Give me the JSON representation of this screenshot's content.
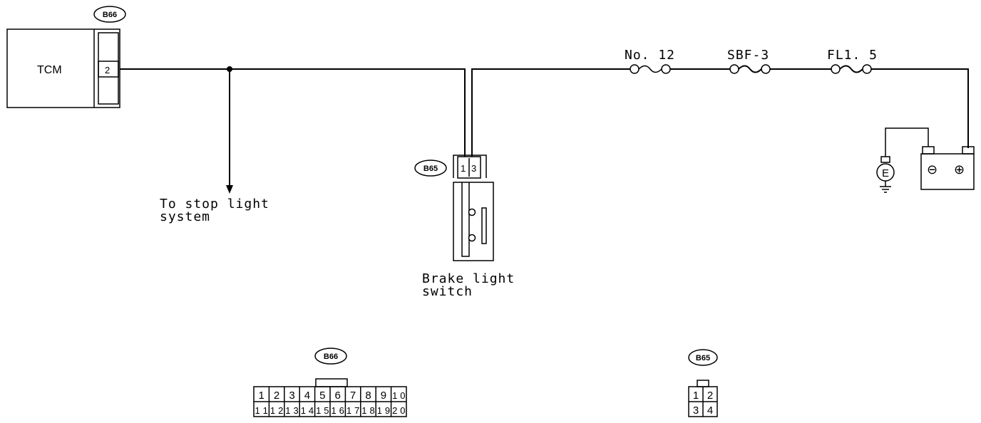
{
  "tcm": {
    "label": "TCM",
    "connector_tag": "B66",
    "pin": "2"
  },
  "stop_light": {
    "line1": "To stop light",
    "line2": "system"
  },
  "brake_switch": {
    "connector_tag": "B65",
    "line1": "Brake light",
    "line2": "switch",
    "pin_a": "1",
    "pin_b": "3"
  },
  "fuses": {
    "f1": "No. 12",
    "f2": "SBF-3",
    "f3": "FL1. 5"
  },
  "battery": {
    "neg": "⊖",
    "pos": "⊕",
    "ground": "E"
  },
  "b66_connector": {
    "tag": "B66",
    "row1": [
      "1",
      "2",
      "3",
      "4",
      "5",
      "6",
      "7",
      "8",
      "9",
      "10"
    ],
    "row2": [
      "11",
      "12",
      "13",
      "14",
      "15",
      "16",
      "17",
      "18",
      "19",
      "20"
    ]
  },
  "b65_connector": {
    "tag": "B65",
    "row1": [
      "1",
      "2"
    ],
    "row2": [
      "3",
      "4"
    ]
  }
}
